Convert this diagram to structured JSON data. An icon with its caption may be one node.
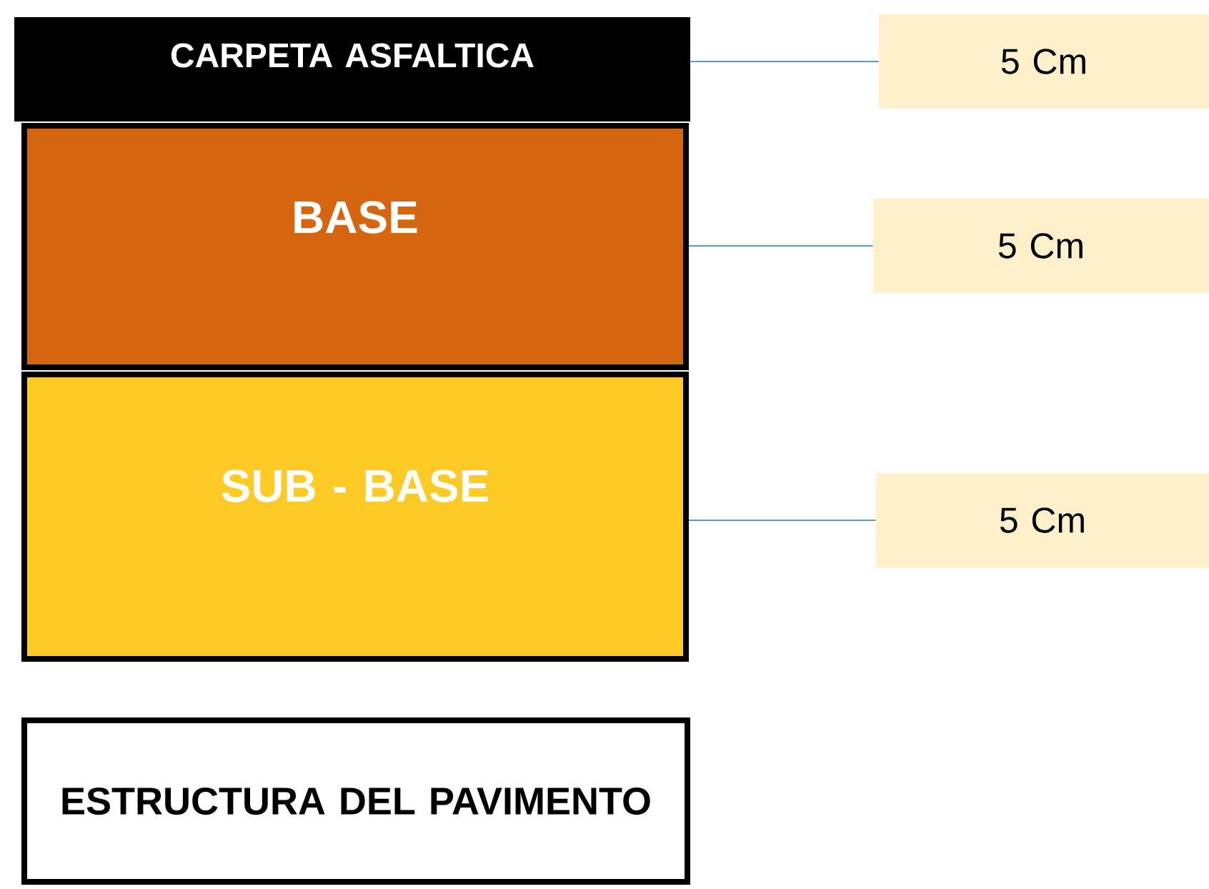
{
  "diagram": {
    "nodes": [
      {
        "text": [
          "CARPETA ASFALTICA"
        ]
      },
      {
        "text": [
          "BASE"
        ]
      },
      {
        "text": [
          "SUB - BASE"
        ]
      },
      {
        "text": [
          "ESTRUCTURA DEL PAVIMENTO"
        ]
      },
      {
        "text": [
          "5 Cm"
        ]
      },
      {
        "text": [
          "5 Cm"
        ]
      },
      {
        "text": [
          "5 Cm"
        ]
      }
    ],
    "edges": [
      {
        "from": 0,
        "to": 4,
        "arrow": "none"
      },
      {
        "from": 1,
        "to": 5,
        "arrow": "none"
      },
      {
        "from": 2,
        "to": 6,
        "arrow": "none"
      }
    ]
  }
}
